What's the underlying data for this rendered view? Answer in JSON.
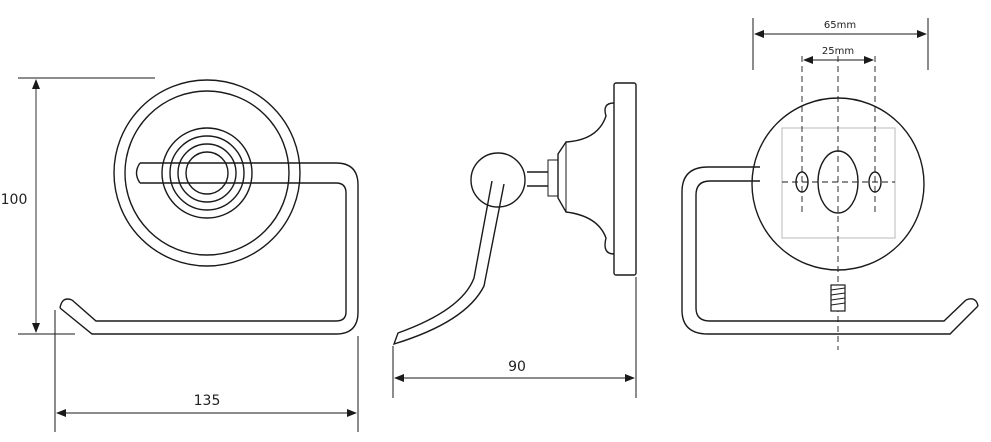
{
  "dimensions": {
    "height": "100",
    "width": "135",
    "depth": "90",
    "fixing_outer": "65mm",
    "fixing_inner": "25mm"
  }
}
